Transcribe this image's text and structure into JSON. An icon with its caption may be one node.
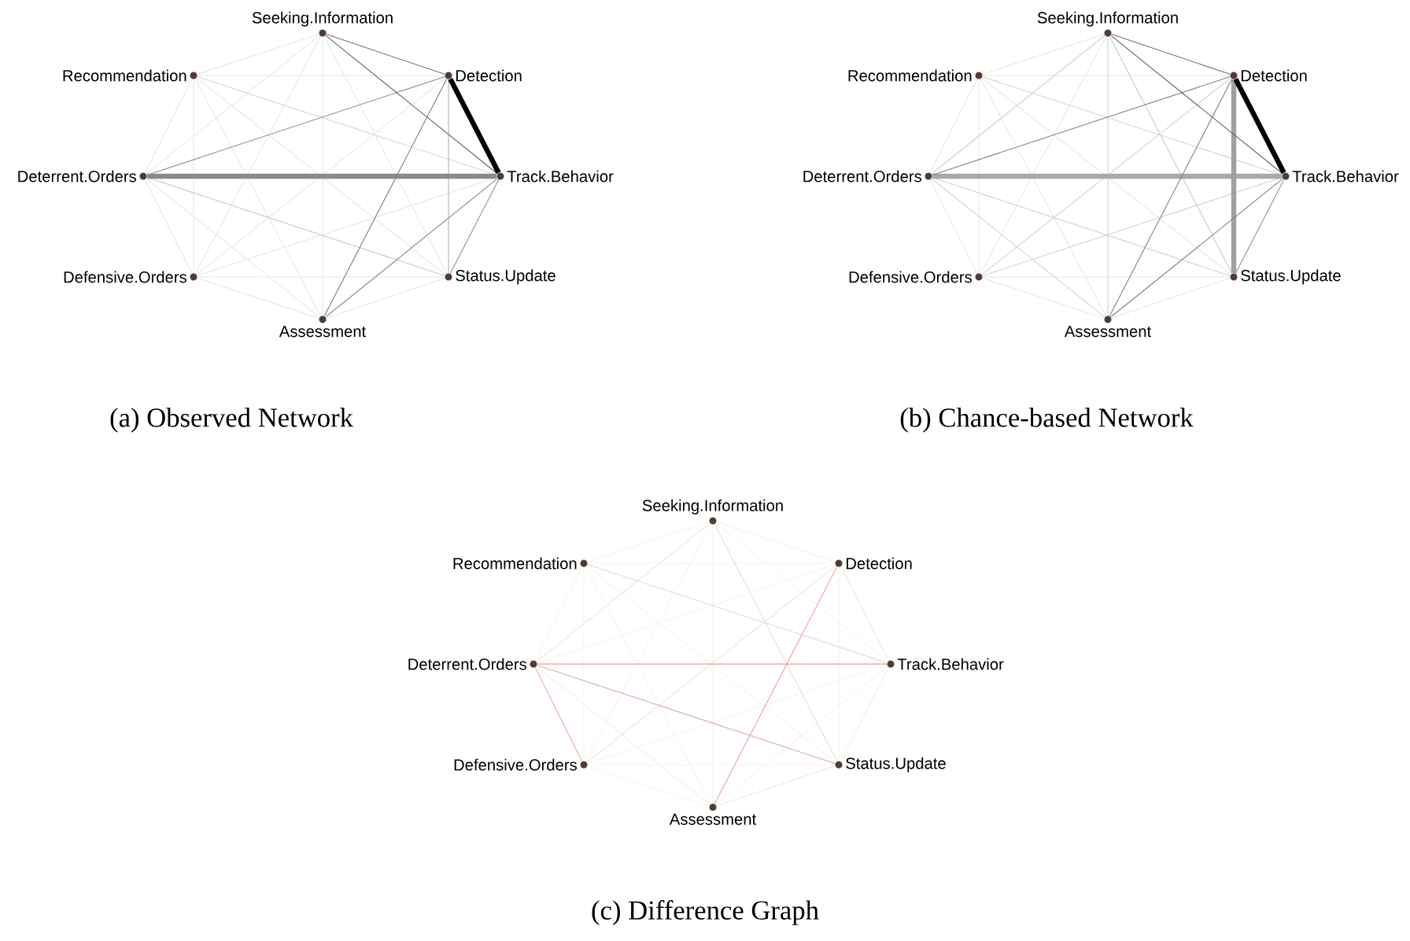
{
  "diagram": {
    "nodes": [
      {
        "text": [
          "Seeking.Information"
        ]
      },
      {
        "text": [
          "Recommendation"
        ]
      },
      {
        "text": [
          "Detection"
        ]
      },
      {
        "text": [
          "Deterrent.Orders"
        ]
      },
      {
        "text": [
          "Track.Behavior"
        ]
      },
      {
        "text": [
          "Defensive.Orders"
        ]
      },
      {
        "text": [
          "Status.Update"
        ]
      },
      {
        "text": [
          "Assessment"
        ]
      },
      {
        "text": [
          "Seeking.Information"
        ]
      },
      {
        "text": [
          "Recommendation"
        ]
      },
      {
        "text": [
          "Detection"
        ]
      },
      {
        "text": [
          "Deterrent.Orders"
        ]
      },
      {
        "text": [
          "Track.Behavior"
        ]
      },
      {
        "text": [
          "Defensive.Orders"
        ]
      },
      {
        "text": [
          "Status.Update"
        ]
      },
      {
        "text": [
          "Assessment"
        ]
      },
      {
        "text": [
          "Seeking.Information"
        ]
      },
      {
        "text": [
          "Recommendation"
        ]
      },
      {
        "text": [
          "Detection"
        ]
      },
      {
        "text": [
          "Deterrent.Orders"
        ]
      },
      {
        "text": [
          "Track.Behavior"
        ]
      },
      {
        "text": [
          "Defensive.Orders"
        ]
      },
      {
        "text": [
          "Status.Update"
        ]
      },
      {
        "text": [
          "Assessment"
        ]
      }
    ],
    "edges": [
      {
        "from": 0,
        "to": 1,
        "arrow": "none"
      },
      {
        "from": 0,
        "to": 2,
        "arrow": "none",
        "color": "#707070"
      },
      {
        "from": 0,
        "to": 3,
        "arrow": "none"
      },
      {
        "from": 0,
        "to": 4,
        "arrow": "none",
        "color": "#606060"
      },
      {
        "from": 0,
        "to": 5,
        "arrow": "none"
      },
      {
        "from": 0,
        "to": 6,
        "arrow": "none"
      },
      {
        "from": 0,
        "to": 7,
        "arrow": "none"
      },
      {
        "from": 1,
        "to": 2,
        "arrow": "none"
      },
      {
        "from": 1,
        "to": 3,
        "arrow": "none"
      },
      {
        "from": 1,
        "to": 4,
        "arrow": "none",
        "color": "#d6d6d6"
      },
      {
        "from": 1,
        "to": 5,
        "arrow": "none"
      },
      {
        "from": 1,
        "to": 6,
        "arrow": "none"
      },
      {
        "from": 1,
        "to": 7,
        "arrow": "none"
      },
      {
        "from": 2,
        "to": 3,
        "arrow": "none",
        "color": "#8a8a8a"
      },
      {
        "from": 2,
        "to": 4,
        "arrow": "none",
        "style": "thick",
        "color": "#000000"
      },
      {
        "from": 2,
        "to": 5,
        "arrow": "none"
      },
      {
        "from": 2,
        "to": 6,
        "arrow": "none",
        "color": "#b0b0b0"
      },
      {
        "from": 2,
        "to": 7,
        "arrow": "none",
        "color": "#7a7a7a"
      },
      {
        "from": 3,
        "to": 4,
        "arrow": "none",
        "style": "thick",
        "color": "#8a8a8a"
      },
      {
        "from": 3,
        "to": 5,
        "arrow": "none"
      },
      {
        "from": 3,
        "to": 6,
        "arrow": "none",
        "color": "#c8c8c8"
      },
      {
        "from": 3,
        "to": 7,
        "arrow": "none"
      },
      {
        "from": 4,
        "to": 5,
        "arrow": "none"
      },
      {
        "from": 4,
        "to": 6,
        "arrow": "none",
        "color": "#909090"
      },
      {
        "from": 4,
        "to": 7,
        "arrow": "none",
        "color": "#8a8a8a"
      },
      {
        "from": 5,
        "to": 6,
        "arrow": "none"
      },
      {
        "from": 5,
        "to": 7,
        "arrow": "none"
      },
      {
        "from": 6,
        "to": 7,
        "arrow": "none"
      },
      {
        "from": 8,
        "to": 9,
        "arrow": "none"
      },
      {
        "from": 8,
        "to": 10,
        "arrow": "none",
        "color": "#707070"
      },
      {
        "from": 8,
        "to": 11,
        "arrow": "none",
        "color": "#c8c8c8"
      },
      {
        "from": 8,
        "to": 12,
        "arrow": "none",
        "color": "#606060"
      },
      {
        "from": 8,
        "to": 13,
        "arrow": "none"
      },
      {
        "from": 8,
        "to": 14,
        "arrow": "none",
        "color": "#c8c8c8"
      },
      {
        "from": 8,
        "to": 15,
        "arrow": "none",
        "color": "#d0d0d0"
      },
      {
        "from": 9,
        "to": 10,
        "arrow": "none"
      },
      {
        "from": 9,
        "to": 11,
        "arrow": "none"
      },
      {
        "from": 9,
        "to": 12,
        "arrow": "none",
        "color": "#d0d0d0"
      },
      {
        "from": 9,
        "to": 13,
        "arrow": "none"
      },
      {
        "from": 9,
        "to": 14,
        "arrow": "none"
      },
      {
        "from": 9,
        "to": 15,
        "arrow": "none"
      },
      {
        "from": 10,
        "to": 11,
        "arrow": "none",
        "color": "#808080"
      },
      {
        "from": 10,
        "to": 12,
        "arrow": "none",
        "style": "thick",
        "color": "#000000"
      },
      {
        "from": 10,
        "to": 13,
        "arrow": "none",
        "color": "#d0d0d0"
      },
      {
        "from": 10,
        "to": 14,
        "arrow": "none",
        "style": "thick",
        "color": "#a0a0a0"
      },
      {
        "from": 10,
        "to": 15,
        "arrow": "none",
        "color": "#808080"
      },
      {
        "from": 11,
        "to": 12,
        "arrow": "none",
        "style": "thick",
        "color": "#a8a8a8"
      },
      {
        "from": 11,
        "to": 13,
        "arrow": "none"
      },
      {
        "from": 11,
        "to": 14,
        "arrow": "none",
        "color": "#d0d0d0"
      },
      {
        "from": 11,
        "to": 15,
        "arrow": "none",
        "color": "#d0d0d0"
      },
      {
        "from": 12,
        "to": 13,
        "arrow": "none",
        "color": "#d0d0d0"
      },
      {
        "from": 12,
        "to": 14,
        "arrow": "none",
        "color": "#909090"
      },
      {
        "from": 12,
        "to": 15,
        "arrow": "none",
        "color": "#808080"
      },
      {
        "from": 13,
        "to": 14,
        "arrow": "none"
      },
      {
        "from": 13,
        "to": 15,
        "arrow": "none"
      },
      {
        "from": 14,
        "to": 15,
        "arrow": "none"
      },
      {
        "from": 16,
        "to": 17,
        "arrow": "none",
        "color": "#f8f2f2"
      },
      {
        "from": 16,
        "to": 18,
        "arrow": "none",
        "color": "#f5eeee"
      },
      {
        "from": 16,
        "to": 19,
        "arrow": "none",
        "color": "#f0e0e0"
      },
      {
        "from": 16,
        "to": 20,
        "arrow": "none",
        "color": "#f8f2f2"
      },
      {
        "from": 16,
        "to": 21,
        "arrow": "none",
        "color": "#f8f2f2"
      },
      {
        "from": 16,
        "to": 22,
        "arrow": "none",
        "color": "#e8dcdc"
      },
      {
        "from": 16,
        "to": 23,
        "arrow": "none",
        "color": "#f5eeee"
      },
      {
        "from": 17,
        "to": 18,
        "arrow": "none",
        "color": "#f8f2f2"
      },
      {
        "from": 17,
        "to": 19,
        "arrow": "none",
        "color": "#f8f2f2"
      },
      {
        "from": 17,
        "to": 20,
        "arrow": "none",
        "color": "#e6d4d4"
      },
      {
        "from": 17,
        "to": 21,
        "arrow": "none",
        "color": "#f8f2f2"
      },
      {
        "from": 17,
        "to": 22,
        "arrow": "none",
        "color": "#f8f2f2"
      },
      {
        "from": 17,
        "to": 23,
        "arrow": "none",
        "color": "#f8f2f2"
      },
      {
        "from": 18,
        "to": 19,
        "arrow": "none",
        "color": "#f8f2f2"
      },
      {
        "from": 18,
        "to": 20,
        "arrow": "none",
        "color": "#f0e6e6"
      },
      {
        "from": 18,
        "to": 21,
        "arrow": "none",
        "color": "#efdede"
      },
      {
        "from": 18,
        "to": 22,
        "arrow": "none",
        "color": "#f5eeee"
      },
      {
        "from": 18,
        "to": 23,
        "arrow": "none",
        "color": "#f0a0a0"
      },
      {
        "from": 19,
        "to": 20,
        "arrow": "none",
        "color": "#f08080"
      },
      {
        "from": 19,
        "to": 21,
        "arrow": "none",
        "color": "#f0a8a8"
      },
      {
        "from": 19,
        "to": 22,
        "arrow": "none",
        "color": "#d8b0b0"
      },
      {
        "from": 19,
        "to": 23,
        "arrow": "none",
        "color": "#f5eeee"
      },
      {
        "from": 20,
        "to": 21,
        "arrow": "none",
        "color": "#f8f2f2"
      },
      {
        "from": 20,
        "to": 22,
        "arrow": "none",
        "color": "#f5eeee"
      },
      {
        "from": 20,
        "to": 23,
        "arrow": "none",
        "color": "#f8f2f2"
      },
      {
        "from": 21,
        "to": 22,
        "arrow": "none",
        "color": "#f8f2f2"
      },
      {
        "from": 21,
        "to": 23,
        "arrow": "none",
        "color": "#f8f2f2"
      },
      {
        "from": 22,
        "to": 23,
        "arrow": "none",
        "color": "#f0e6e6"
      }
    ],
    "labels": [
      "(a) Observed Network",
      "(b) Chance-based Network",
      "(c) Difference Graph"
    ]
  }
}
